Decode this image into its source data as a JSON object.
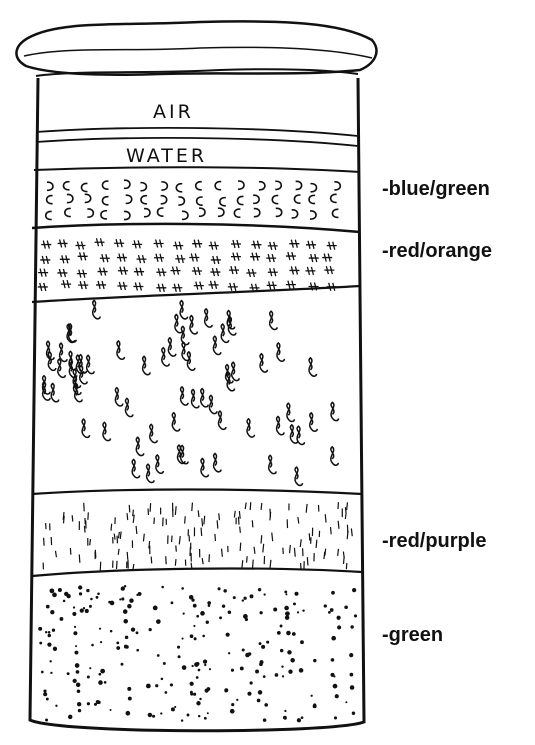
{
  "diagram": {
    "layers": [
      {
        "name": "air",
        "jar_text": "AIR",
        "side_label": ""
      },
      {
        "name": "water",
        "jar_text": "WATER",
        "side_label": ""
      },
      {
        "name": "layer-1",
        "jar_text": "",
        "side_label": "-blue/green"
      },
      {
        "name": "layer-2",
        "jar_text": "",
        "side_label": "-red/orange"
      },
      {
        "name": "layer-3",
        "jar_text": "",
        "side_label": ""
      },
      {
        "name": "layer-4",
        "jar_text": "",
        "side_label": "-red/purple"
      },
      {
        "name": "layer-5",
        "jar_text": "",
        "side_label": "-green"
      }
    ]
  }
}
